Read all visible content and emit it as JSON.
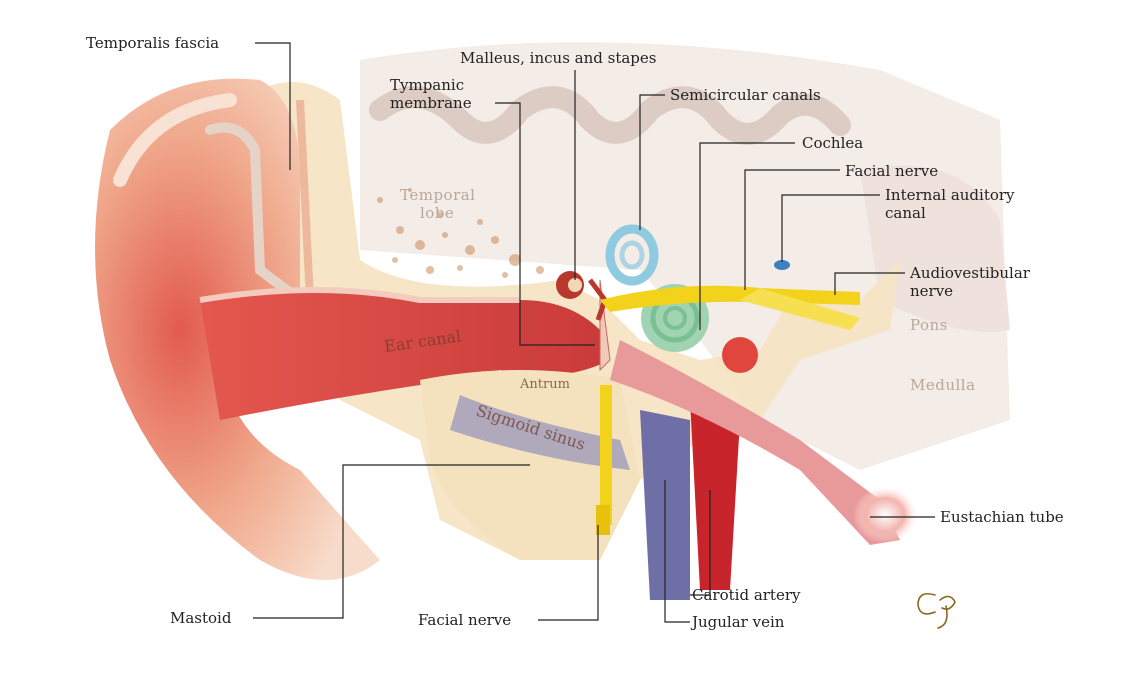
{
  "labels": {
    "temporalis_fascia": "Temporalis fascia",
    "malleus_incus_stapes": "Malleus, incus and stapes",
    "tympanic_membrane_l1": "Tympanic",
    "tympanic_membrane_l2": "membrane",
    "semicircular_canals": "Semicircular canals",
    "cochlea": "Cochlea",
    "facial_nerve_top": "Facial nerve",
    "internal_auditory_l1": "Internal auditory",
    "internal_auditory_l2": "canal",
    "audiovestibular_l1": "Audiovestibular",
    "audiovestibular_l2": "nerve",
    "eustachian_tube": "Eustachian tube",
    "carotid_artery": "Carotid artery",
    "jugular_vein": "Jugular vein",
    "facial_nerve_bottom": "Facial nerve",
    "mastoid": "Mastoid"
  },
  "inner_labels": {
    "temporal_l1": "Temporal",
    "temporal_l2": "lobe",
    "pons": "Pons",
    "medulla": "Medulla",
    "ear_canal": "Ear canal",
    "antrum": "Antrum",
    "sigmoid_sinus": "Sigmoid sinus"
  },
  "signature": "Cg",
  "colors": {
    "skin": "#f3c2a4",
    "canal": "#d9534f",
    "bone": "#f6e6c8",
    "brain": "#f3ebe6",
    "nerve": "#f2d21b",
    "vein": "#6f6fa8",
    "artery": "#c8242b",
    "cochlea": "#9fd3b1",
    "canals": "#8fcbe0"
  }
}
